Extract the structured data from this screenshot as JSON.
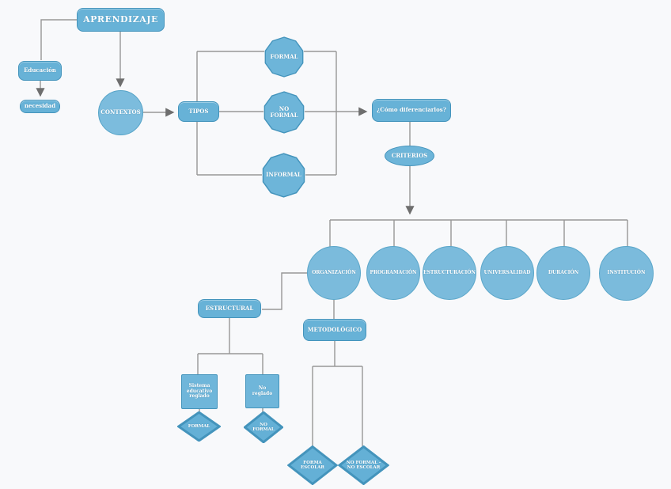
{
  "diagram": {
    "title": "APRENDIZAJE",
    "colors": {
      "node_fill": "#67b2d7",
      "node_border": "#4494bc",
      "circle_fill": "#7cbcdd",
      "connector": "#979797",
      "arrowhead": "#6e6e6e",
      "text": "#ffffff",
      "background": "#f8f9fb"
    },
    "nodes": {
      "aprendizaje": "APRENDIZAJE",
      "educacion": "Educación",
      "necesidad": "necesidad",
      "contextos": "CONTEXTOS",
      "tipos": "TIPOS",
      "formal": "FORMAL",
      "no_formal": "NO FORMAL",
      "informal": "INFORMAL",
      "como_diferenciarlos": "¿Cómo diferenciarlos?",
      "criterios": "CRITERIOS",
      "organizacion": "ORGANIZACIÓN",
      "programacion": "PROGRAMACIÓN",
      "estructuracion": "ESTRUCTURACIÓN",
      "universalidad": "UNIVERSALIDAD",
      "duracion": "DURACIÓN",
      "institucion": "INSTITUCIÓN",
      "estructural": "ESTRUCTURAL",
      "metodologico": "METODOLÓGICO",
      "sistema_educativo_reglado": "Sistema educativo reglado",
      "no_reglado": "No reglado",
      "formal_diamond": "FORMAL",
      "no_formal_diamond": "NO FORMAL",
      "forma_escolar": "FORMA ESCOLAR",
      "no_formal_no_escolar": "NO FORMAL - NO ESCOLAR"
    }
  }
}
